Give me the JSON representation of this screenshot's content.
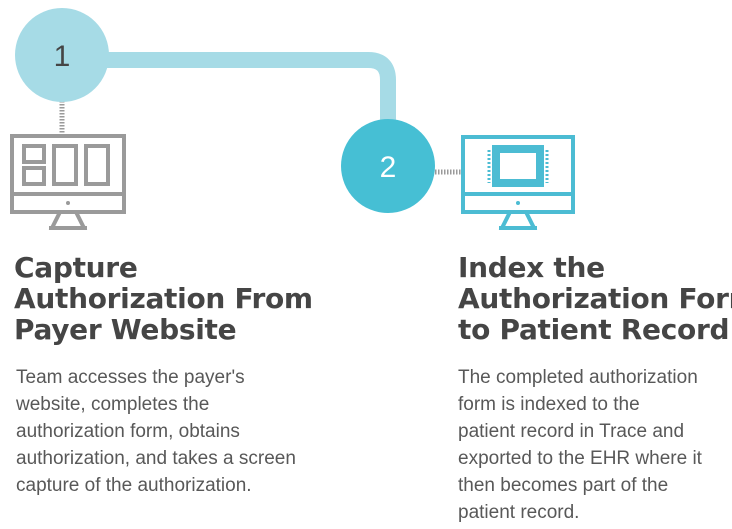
{
  "steps": [
    {
      "number": "1",
      "heading_lines": [
        "Capture",
        "Authorization From",
        "Payer Website"
      ],
      "description_lines": [
        "Team accesses the payer's",
        "website, completes the",
        "authorization form, obtains",
        "authorization, and takes a screen",
        "capture of the authorization."
      ],
      "icon": "monitor-icon",
      "icon_color": "#9a9a9a",
      "badge_color": "#a6dbe6",
      "number_color": "#454545"
    },
    {
      "number": "2",
      "heading_lines": [
        "Index the",
        "Authorization Form",
        "to Patient Record"
      ],
      "description_lines": [
        "The completed authorization",
        "form is indexed to the",
        "patient record in Trace and",
        "exported to the EHR where it",
        "then becomes part of the",
        "patient record."
      ],
      "icon": "monitor-icon",
      "icon_color": "#4cbcd3",
      "badge_color": "#46bfd4",
      "number_color": "#ffffff"
    }
  ],
  "colors": {
    "connector": "#a6dbe6",
    "heading_text": "#454545",
    "body_text": "#585858"
  }
}
